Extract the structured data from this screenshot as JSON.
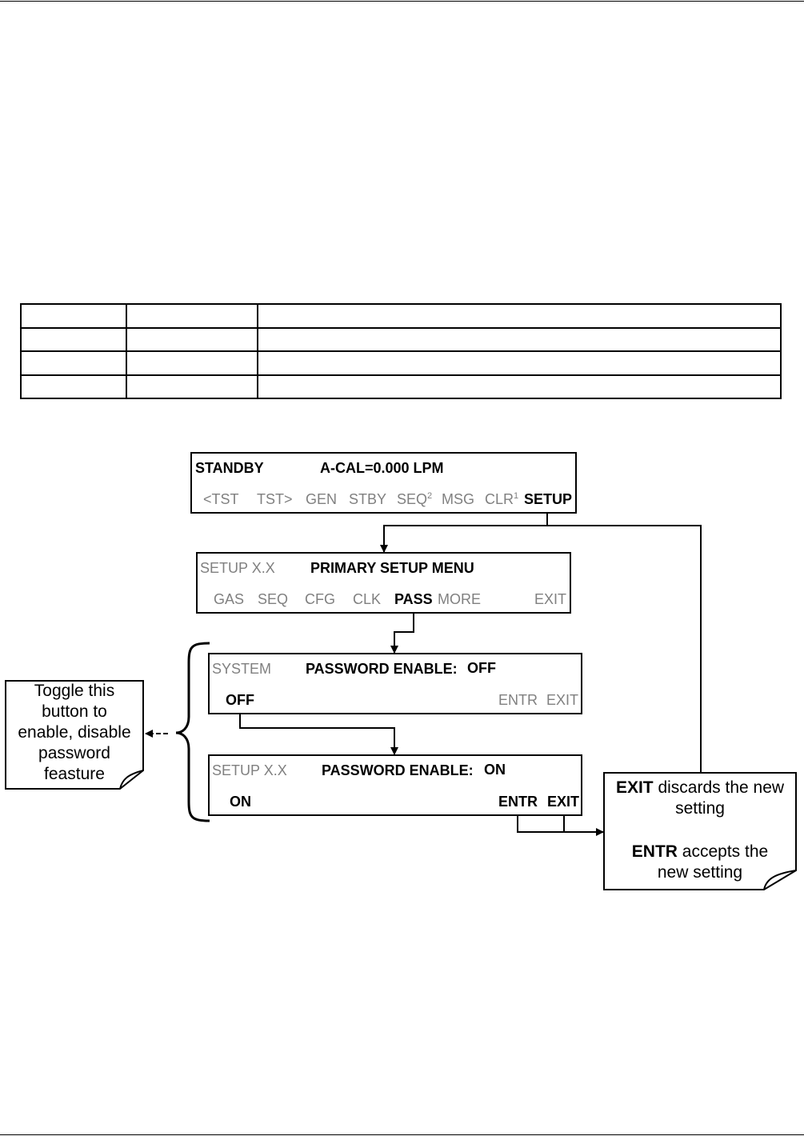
{
  "screens": {
    "standby": {
      "left": "STANDBY",
      "center": "A-CAL=0.000 LPM",
      "menu": [
        "<TST",
        "TST>",
        "GEN",
        "STBY",
        "SEQ",
        "MSG",
        "CLR",
        "SETUP"
      ],
      "seq_footnote": "2",
      "clr_footnote": "1"
    },
    "primary": {
      "left": "SETUP X.X",
      "center": "PRIMARY SETUP MENU",
      "menu": [
        "GAS",
        "SEQ",
        "CFG",
        "CLK",
        "PASS",
        "MORE",
        "EXIT"
      ]
    },
    "password_off": {
      "left": "SYSTEM",
      "center": "PASSWORD ENABLE:",
      "value": "OFF",
      "buttons": [
        "OFF",
        "ENTR",
        "EXIT"
      ]
    },
    "password_on": {
      "left": "SETUP X.X",
      "center": "PASSWORD ENABLE:",
      "value": "ON",
      "buttons": [
        "ON",
        "ENTR",
        "EXIT"
      ]
    }
  },
  "notes": {
    "toggle": [
      "Toggle this",
      "button to",
      "enable, disable",
      "password",
      "feasture"
    ],
    "exit_bold": "EXIT",
    "exit_rest": " discards the new",
    "exit_line2": "setting",
    "entr_bold": "ENTR",
    "entr_rest": " accepts the",
    "entr_line2": "new setting"
  }
}
